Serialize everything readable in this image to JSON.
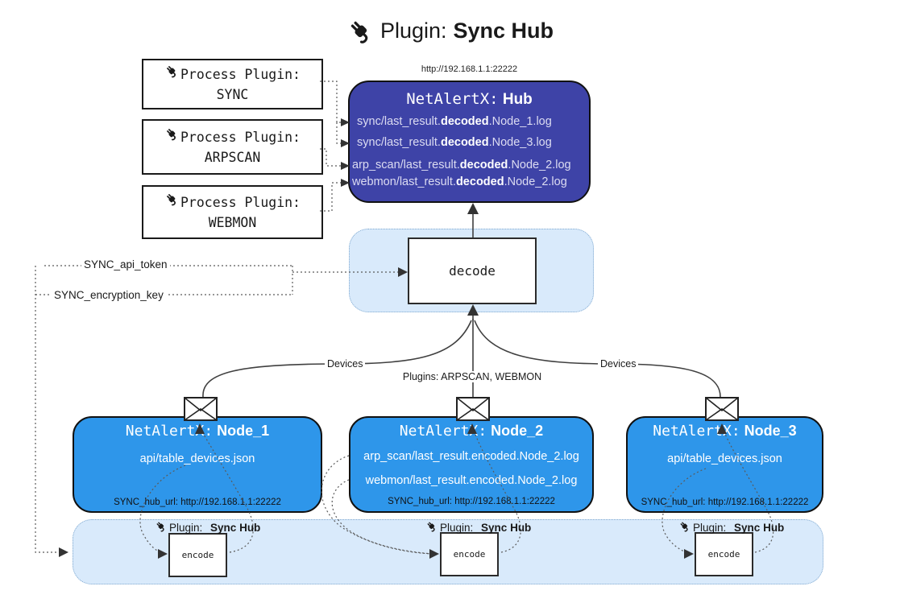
{
  "title": {
    "prefix": "Plugin:",
    "bold": "Sync Hub"
  },
  "process_plugins": {
    "header": "Process Plugin:",
    "items": [
      "SYNC",
      "ARPSCAN",
      "WEBMON"
    ]
  },
  "hub": {
    "url": "http://192.168.1.1:22222",
    "name_prefix": "NetAlertX:",
    "name_bold": "Hub",
    "logs": [
      {
        "pre": "sync/last_result.",
        "bold": "decoded",
        "post": ".Node_1.log"
      },
      {
        "pre": "sync/last_result.",
        "bold": "decoded",
        "post": ".Node_3.log"
      },
      {
        "pre": "arp_scan/last_result.",
        "bold": "decoded",
        "post": ".Node_2.log"
      },
      {
        "pre": "webmon/last_result.",
        "bold": "decoded",
        "post": ".Node_2.log"
      }
    ]
  },
  "decode": {
    "label": "decode"
  },
  "config": {
    "api_token": "SYNC_api_token",
    "encryption_key": "SYNC_encryption_key"
  },
  "edge_labels": {
    "devices_left": "Devices",
    "plugins_mid": "Plugins: ARPSCAN, WEBMON",
    "devices_right": "Devices"
  },
  "nodes": [
    {
      "name_prefix": "NetAlertX:",
      "name_bold": "Node_1",
      "lines": [
        "api/table_devices.json"
      ],
      "hub_url": "SYNC_hub_url: http://192.168.1.1:22222"
    },
    {
      "name_prefix": "NetAlertX:",
      "name_bold": "Node_2",
      "lines": [
        "arp_scan/last_result.encoded.Node_2.log",
        "webmon/last_result.encoded.Node_2.log"
      ],
      "hub_url": "SYNC_hub_url: http://192.168.1.1:22222"
    },
    {
      "name_prefix": "NetAlertX:",
      "name_bold": "Node_3",
      "lines": [
        "api/table_devices.json"
      ],
      "hub_url": "SYNC_hub_url: http://192.168.1.1:22222"
    }
  ],
  "band": {
    "plugin_prefix": "Plugin:",
    "plugin_bold": "Sync Hub",
    "encode": "encode"
  },
  "colors": {
    "hub_fill": "#3e43a7",
    "node_fill": "#2e96ea",
    "zone_fill": "#d9eafb",
    "zone_border": "#7fa8cf"
  }
}
